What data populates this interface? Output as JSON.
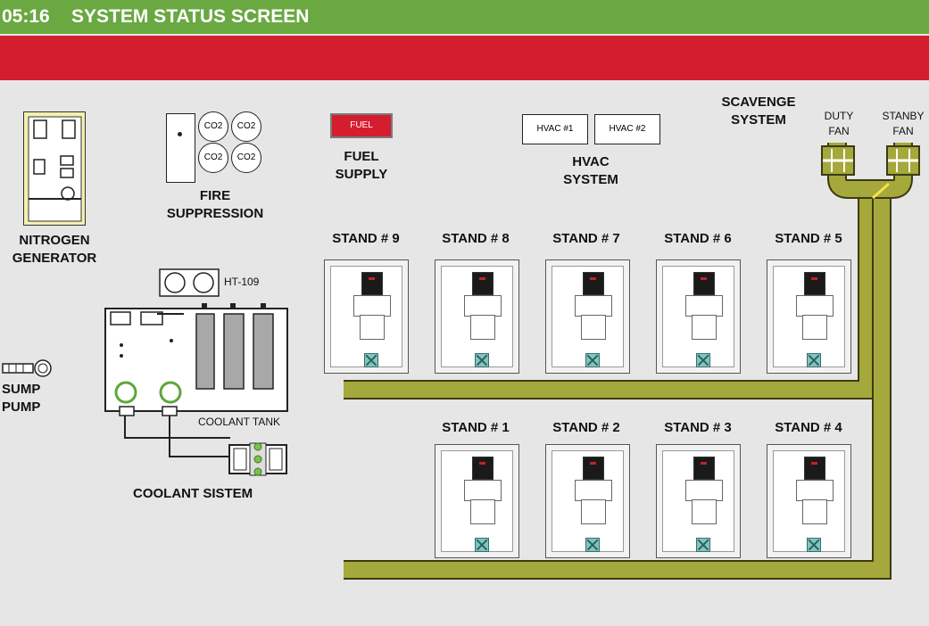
{
  "header": {
    "time": "05:16",
    "title": "SYSTEM STATUS SCREEN"
  },
  "colors": {
    "header_green": "#6aa842",
    "alarm_red": "#d41e2f",
    "duct_olive": "#a5a83a",
    "valve_teal": "#7fc6c0"
  },
  "nitrogen": {
    "label_line1": "NITROGEN",
    "label_line2": "GENERATOR"
  },
  "fire": {
    "label_line1": "FIRE",
    "label_line2": "SUPPRESSION",
    "co2_labels": [
      "CO2",
      "CO2",
      "CO2",
      "CO2"
    ]
  },
  "fuel": {
    "button_label": "FUEL",
    "label_line1": "FUEL",
    "label_line2": "SUPPLY"
  },
  "hvac": {
    "unit1": "HVAC #1",
    "unit2": "HVAC #2",
    "label_line1": "HVAC",
    "label_line2": "SYSTEM"
  },
  "scavenge": {
    "label_line1": "SCAVENGE",
    "label_line2": "SYSTEM",
    "duty_line1": "DUTY",
    "duty_line2": "FAN",
    "standby_line1": "STANBY",
    "standby_line2": "FAN"
  },
  "sump": {
    "label_line1": "SUMP",
    "label_line2": "PUMP"
  },
  "coolant": {
    "ht_label": "HT-109",
    "tank_label": "COOLANT TANK",
    "system_label": "COOLANT SISTEM"
  },
  "stands_top": [
    "STAND # 9",
    "STAND # 8",
    "STAND # 7",
    "STAND # 6",
    "STAND # 5"
  ],
  "stands_bottom": [
    "STAND # 1",
    "STAND # 2",
    "STAND # 3",
    "STAND # 4"
  ]
}
